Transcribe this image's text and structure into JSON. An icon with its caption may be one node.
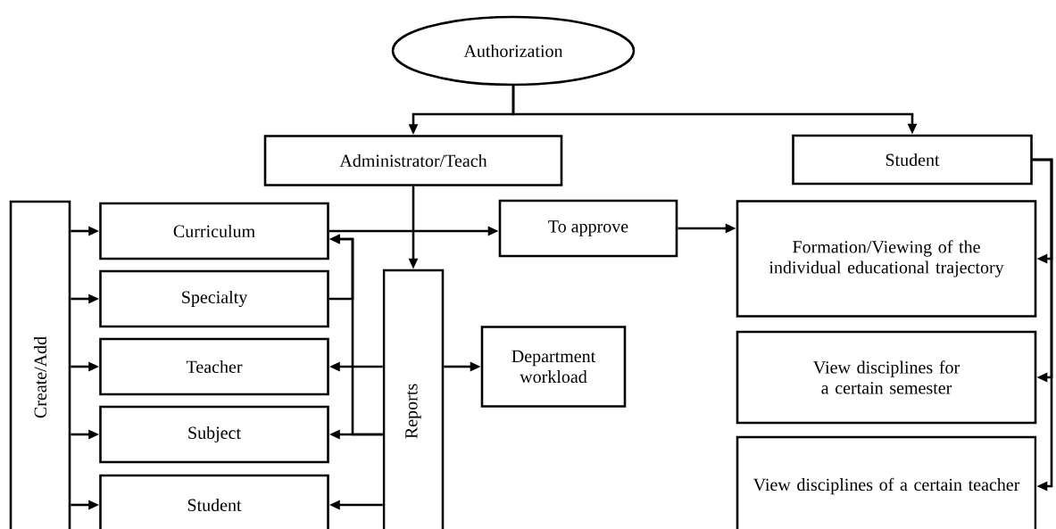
{
  "diagram": {
    "nodes": [
      {
        "text": [
          "Authorization"
        ]
      },
      {
        "text": [
          "Administrator/Teach"
        ]
      },
      {
        "text": [
          "Student"
        ]
      },
      {
        "text": [
          "Create/Add"
        ]
      },
      {
        "text": [
          "Curriculum"
        ]
      },
      {
        "text": [
          "Specialty"
        ]
      },
      {
        "text": [
          "Teacher"
        ]
      },
      {
        "text": [
          "Subject"
        ]
      },
      {
        "text": [
          "Student"
        ]
      },
      {
        "text": [
          "Reports"
        ]
      },
      {
        "text": [
          "To approve"
        ]
      },
      {
        "text": [
          "Department workload"
        ]
      },
      {
        "text": [
          "Formation/Viewing of the individual educational trajectory"
        ]
      },
      {
        "text": [
          "View disciplines for a certain semester"
        ]
      },
      {
        "text": [
          "View disciplines of a certain teacher"
        ]
      }
    ],
    "edges": [
      {
        "from": 0,
        "to": 1,
        "arrow": "to"
      },
      {
        "from": 0,
        "to": 2,
        "arrow": "to"
      },
      {
        "from": 1,
        "to": 9,
        "arrow": "to"
      },
      {
        "from": 3,
        "to": 4,
        "arrow": "to"
      },
      {
        "from": 3,
        "to": 5,
        "arrow": "to"
      },
      {
        "from": 3,
        "to": 6,
        "arrow": "to"
      },
      {
        "from": 3,
        "to": 7,
        "arrow": "to"
      },
      {
        "from": 3,
        "to": 8,
        "arrow": "to"
      },
      {
        "from": 4,
        "to": 10,
        "arrow": "to"
      },
      {
        "from": 10,
        "to": 12,
        "arrow": "to"
      },
      {
        "from": 5,
        "to": 4,
        "arrow": "to"
      },
      {
        "from": 9,
        "to": 7,
        "arrow": "to"
      },
      {
        "from": 9,
        "to": 4,
        "arrow": "to"
      },
      {
        "from": 9,
        "to": 6,
        "arrow": "to"
      },
      {
        "from": 9,
        "to": 8,
        "arrow": "to"
      },
      {
        "from": 9,
        "to": 11,
        "arrow": "to"
      },
      {
        "from": 2,
        "to": 12,
        "arrow": "to"
      },
      {
        "from": 2,
        "to": 13,
        "arrow": "to"
      },
      {
        "from": 2,
        "to": 14,
        "arrow": "to"
      }
    ]
  }
}
